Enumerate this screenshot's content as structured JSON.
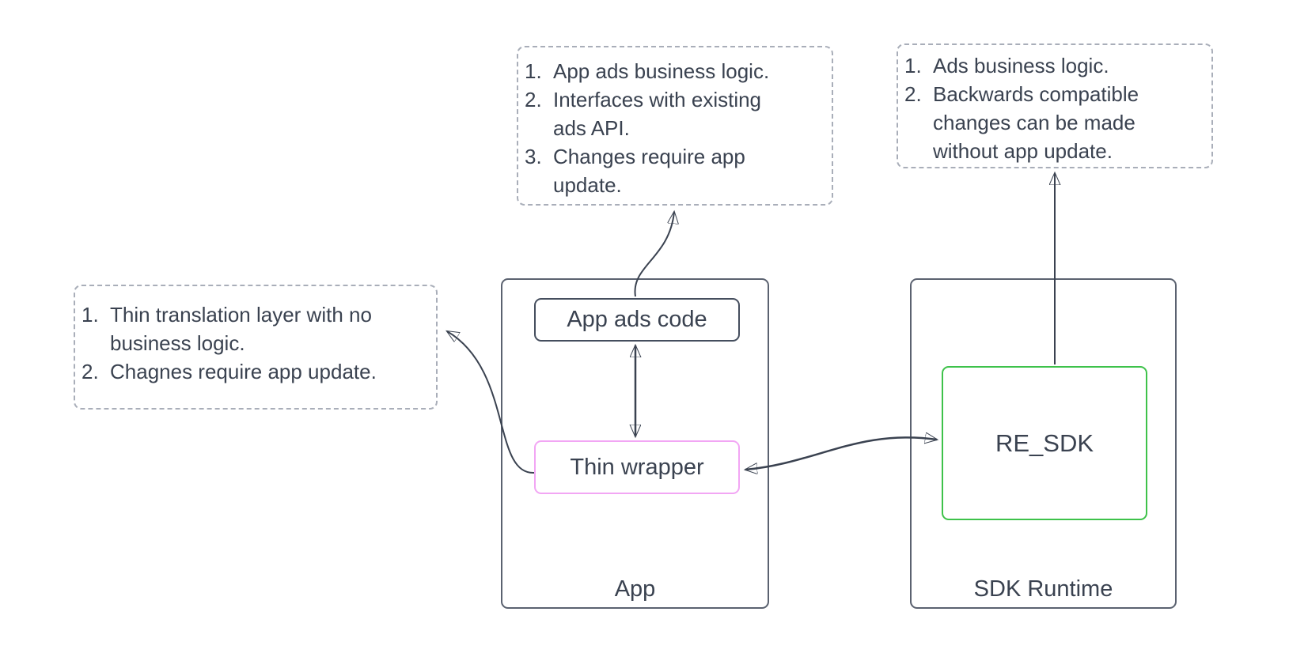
{
  "notes": {
    "top_middle": {
      "items": [
        {
          "num": "1.",
          "text": "App ads business logic."
        },
        {
          "num": "2.",
          "text": "Interfaces with existing ads API."
        },
        {
          "num": "3.",
          "text": "Changes require app update."
        }
      ]
    },
    "top_right": {
      "items": [
        {
          "num": "1.",
          "text": "Ads business logic."
        },
        {
          "num": "2.",
          "text": "Backwards compatible changes can be made without app update."
        }
      ]
    },
    "left": {
      "items": [
        {
          "num": "1.",
          "text": "Thin translation layer with no business logic."
        },
        {
          "num": "2.",
          "text": "Chagnes require app update."
        }
      ]
    }
  },
  "containers": {
    "app": {
      "label": "App"
    },
    "sdk_runtime": {
      "label": "SDK Runtime"
    }
  },
  "nodes": {
    "app_ads_code": {
      "label": "App ads code"
    },
    "thin_wrapper": {
      "label": "Thin wrapper"
    },
    "re_sdk": {
      "label": "RE_SDK"
    }
  },
  "colors": {
    "ink": "#3a4250",
    "container_border": "#5b6270",
    "node_border": "#454e5e",
    "thin_wrapper_border": "#f2a6f4",
    "re_sdk_border": "#3ec24a",
    "dashed_note_border": "#a9aeb9",
    "background": "#ffffff"
  }
}
